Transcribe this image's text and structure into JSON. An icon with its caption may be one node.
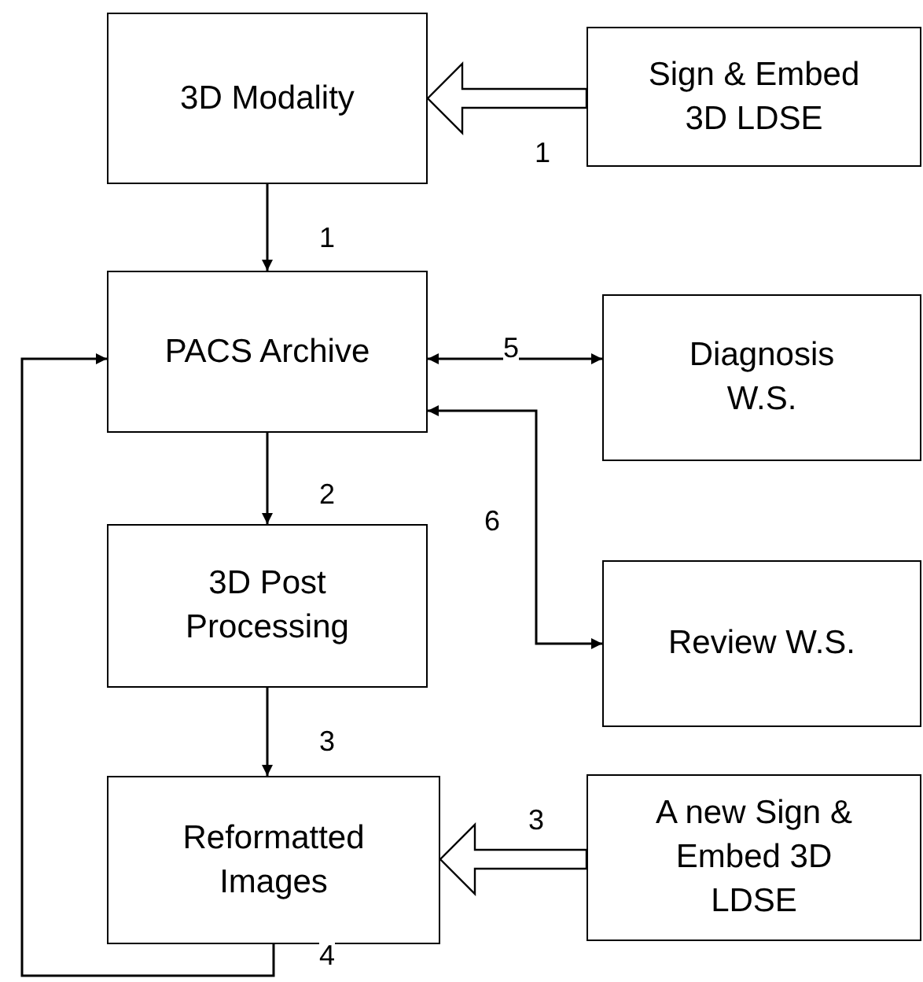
{
  "diagram": {
    "nodes": [
      {
        "text": [
          "3D Modality"
        ]
      },
      {
        "text": [
          "Sign & Embed 3D LDSE"
        ]
      },
      {
        "text": [
          "PACS Archive"
        ]
      },
      {
        "text": [
          "Diagnosis W.S."
        ]
      },
      {
        "text": [
          "3D Post Processing"
        ]
      },
      {
        "text": [
          "Review W.S."
        ]
      },
      {
        "text": [
          "Reformatted Images"
        ]
      },
      {
        "text": [
          "A new Sign & Embed 3D LDSE"
        ]
      }
    ],
    "edges": [
      {
        "from": 1,
        "to": 0,
        "arrow": "to",
        "label": "1",
        "style": "thick"
      },
      {
        "from": 0,
        "to": 2,
        "arrow": "to",
        "label": "1"
      },
      {
        "from": 2,
        "to": 3,
        "arrow": "both",
        "label": "5"
      },
      {
        "from": 5,
        "to": 2,
        "arrow": "both",
        "label": "6"
      },
      {
        "from": 2,
        "to": 4,
        "arrow": "to",
        "label": "2"
      },
      {
        "from": 4,
        "to": 6,
        "arrow": "to",
        "label": "3"
      },
      {
        "from": 7,
        "to": 6,
        "arrow": "to",
        "label": "3",
        "style": "thick"
      },
      {
        "from": 6,
        "to": 2,
        "arrow": "to",
        "label": "4"
      }
    ]
  }
}
